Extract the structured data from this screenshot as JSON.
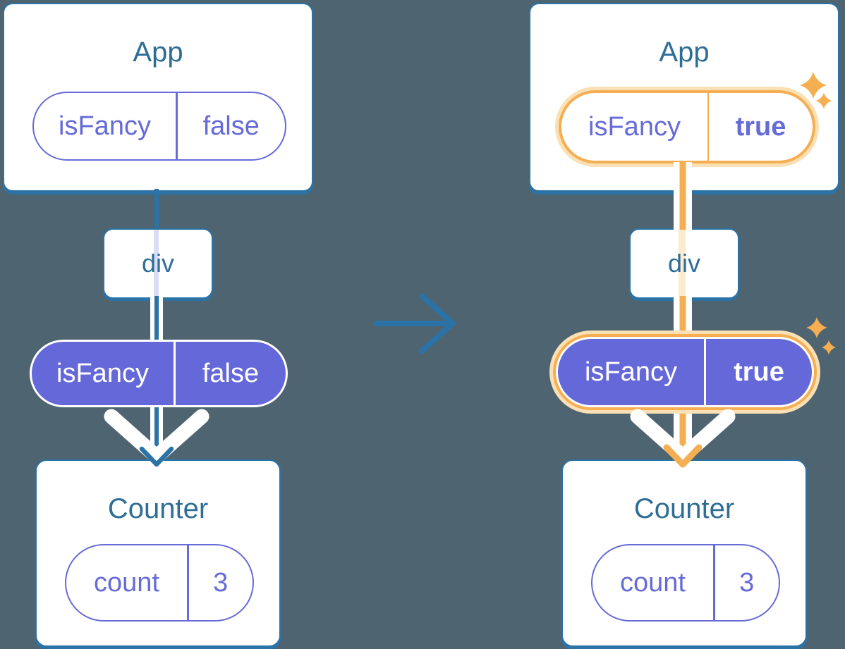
{
  "theme": {
    "background": "#4E6470",
    "blue": "#2B73A6",
    "teal_text": "#2E6E96",
    "purple": "#666BD8",
    "purple_fill": "#6568D9",
    "lavender": "#D9DDF6",
    "orange": "#F5AE51",
    "orange_glow": "#FAE0B5",
    "orange_pale": "#FCEBCC"
  },
  "diagram": {
    "description": "Prop isFancy flows from App through div into Counter; right side shows updated value highlighted",
    "transition_arrow": "right-arrow"
  },
  "columns": {
    "left": {
      "app_title": "App",
      "app_prop": {
        "name": "isFancy",
        "value": "false"
      },
      "middle_label": "div",
      "passed_prop": {
        "name": "isFancy",
        "value": "false"
      },
      "counter_title": "Counter",
      "counter_state": {
        "name": "count",
        "value": "3"
      },
      "highlighted": false
    },
    "right": {
      "app_title": "App",
      "app_prop": {
        "name": "isFancy",
        "value": "true"
      },
      "middle_label": "div",
      "passed_prop": {
        "name": "isFancy",
        "value": "true"
      },
      "counter_title": "Counter",
      "counter_state": {
        "name": "count",
        "value": "3"
      },
      "highlighted": true
    }
  }
}
